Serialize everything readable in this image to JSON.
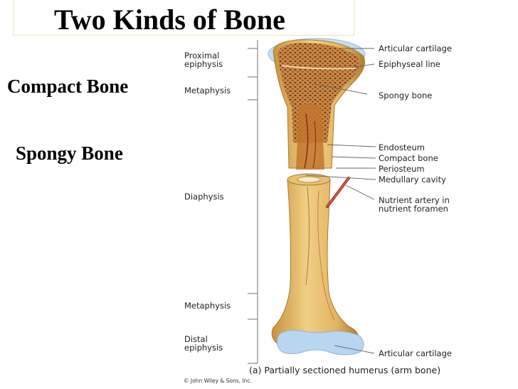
{
  "title": "Two Kinds of Bone",
  "side_labels": {
    "compact": "Compact Bone",
    "spongy": "Spongy Bone"
  },
  "left_labels": {
    "proximal_1": "Proximal",
    "proximal_2": "epiphysis",
    "metaphysis_top": "Metaphysis",
    "diaphysis": "Diaphysis",
    "metaphysis_bottom": "Metaphysis",
    "distal_1": "Distal",
    "distal_2": "epiphysis"
  },
  "right_labels": {
    "articular_top": "Articular cartilage",
    "epiphyseal_line": "Epiphyseal line",
    "spongy_bone": "Spongy bone",
    "endosteum": "Endosteum",
    "compact_bone": "Compact bone",
    "periosteum": "Periosteum",
    "medullary_cavity": "Medullary cavity",
    "nutrient_1": "Nutrient artery in",
    "nutrient_2": "nutrient foramen",
    "articular_bottom": "Articular cartilage"
  },
  "caption": "(a) Partially sectioned humerus (arm bone)",
  "copyright": "© John Wiley & Sons, Inc.",
  "colors": {
    "bone": "#e0b35c",
    "bone_dark": "#b98a3a",
    "spongy": "#a8612c",
    "cartilage": "#b9d6f0",
    "artery": "#a83a2a",
    "line": "#666666"
  }
}
